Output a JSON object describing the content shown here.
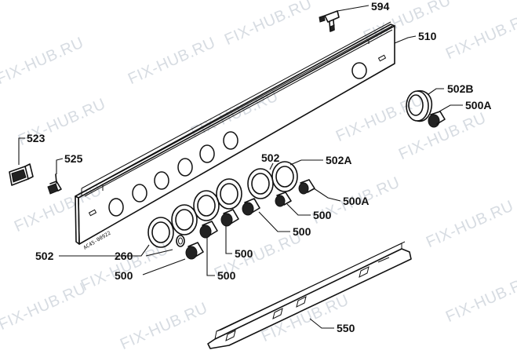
{
  "watermark": "FIX-HUB.RU",
  "colors": {
    "ink": "#111111",
    "watermark": "#d7dce2",
    "background": "#ffffff"
  },
  "panel_stamp": "AC45-00922",
  "parts": [
    {
      "id": "594",
      "label": "594"
    },
    {
      "id": "510",
      "label": "510"
    },
    {
      "id": "502B",
      "label": "502B"
    },
    {
      "id": "500A_top",
      "label": "500A"
    },
    {
      "id": "523",
      "label": "523"
    },
    {
      "id": "525",
      "label": "525"
    },
    {
      "id": "502_top",
      "label": "502"
    },
    {
      "id": "502A",
      "label": "502A"
    },
    {
      "id": "500A_mid",
      "label": "500A"
    },
    {
      "id": "500_right",
      "label": "500"
    },
    {
      "id": "500_mid",
      "label": "500"
    },
    {
      "id": "502_left",
      "label": "502"
    },
    {
      "id": "260",
      "label": "260"
    },
    {
      "id": "500_c1",
      "label": "500"
    },
    {
      "id": "500_left",
      "label": "500"
    },
    {
      "id": "500_c2",
      "label": "500"
    },
    {
      "id": "550",
      "label": "550"
    }
  ]
}
